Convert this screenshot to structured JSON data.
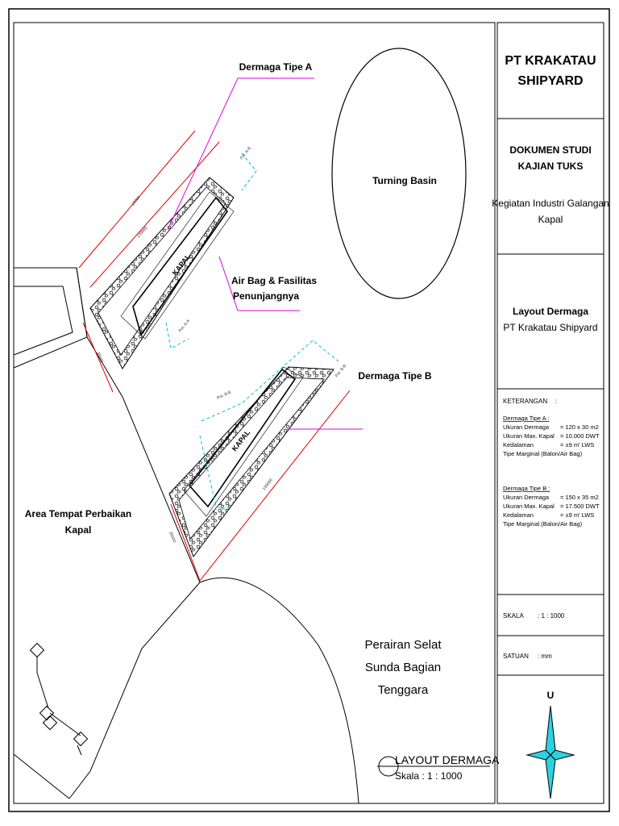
{
  "company": {
    "line1": "PT KRAKATAU",
    "line2": "SHIPYARD"
  },
  "document": {
    "title_line1": "DOKUMEN STUDI",
    "title_line2": "KAJIAN TUKS",
    "subtitle_line1": "Kegiatan Industri Galangan",
    "subtitle_line2": "Kapal"
  },
  "layout_block": {
    "title": "Layout Dermaga",
    "subtitle": "PT Krakatau Shipyard"
  },
  "legend": {
    "header": "KETERANGAN",
    "header_colon": ":",
    "type_a": {
      "title": "Dermaga Tipe A :",
      "rows": [
        {
          "label": "Ukuran Dermaga",
          "value": "= 120 x 30 m2"
        },
        {
          "label": "Ukuran Max. Kapal",
          "value": "= 10.000 DWT"
        },
        {
          "label": "Kedalaman",
          "value": "= ±9 m' LWS"
        }
      ],
      "note": "Tipe Marginal (Balon/Air Bag)"
    },
    "type_b": {
      "title": "Dermaga Tipe B :",
      "rows": [
        {
          "label": "Ukuran Dermaga",
          "value": "= 150 x 35 m2"
        },
        {
          "label": "Ukuran Max. Kapal",
          "value": "= 17.500 DWT"
        },
        {
          "label": "Kedalaman",
          "value": "= ±9 m' LWS"
        }
      ],
      "note": "Tipe Marginal (Balon/Air Bag)"
    }
  },
  "scale": {
    "label": "SKALA",
    "value": ": 1 : 1000"
  },
  "unit": {
    "label": "SATUAN",
    "value": ": mm"
  },
  "north": {
    "label": "U"
  },
  "map_labels": {
    "dermaga_a": "Dermaga Tipe A",
    "dermaga_b": "Dermaga Tipe B",
    "turning_basin": "Turning Basin",
    "airbag_line1": "Air Bag & Fasilitas",
    "airbag_line2": "Penunjangnya",
    "repair_line1": "Area Tempat Perbaikan",
    "repair_line2": "Kapal",
    "waters_line1": "Perairan Selat",
    "waters_line2": "Sunda Bagian",
    "waters_line3": "Tenggara",
    "ship_a": "KAPAL",
    "ship_b": "KAPAL",
    "dim_a_outer": "16000",
    "dim_a_inner": "120000",
    "dim_a_width": "30000",
    "dim_b_length": "150000",
    "dim_b_width": "35000",
    "section_a_top": "Pot. A-B",
    "section_a_bottom": "Pot. A-A",
    "section_b_top": "Pot. B-B",
    "section_b_right": "Pot. B-B"
  },
  "plan_title": {
    "title": "LAYOUT DERMAGA",
    "scale": "Skala : 1 : 1000"
  },
  "colors": {
    "callout": "#e000e0",
    "dimension": "#e00000",
    "section": "#00c0d0",
    "compass": "#30d0e0",
    "line": "#000000"
  }
}
